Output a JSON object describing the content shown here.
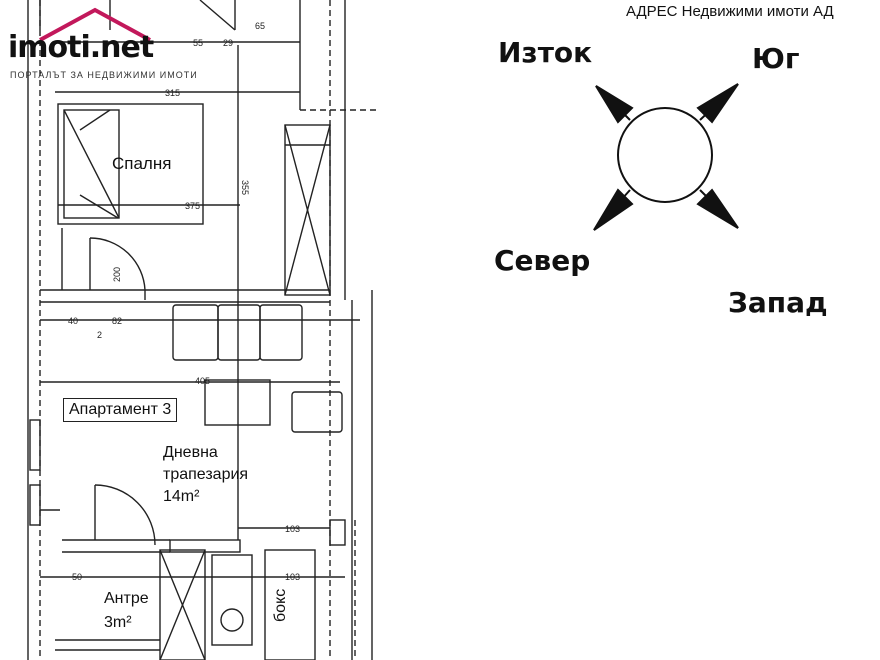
{
  "logo": {
    "text": "imoti.net",
    "tagline": "ПОРТАЛЪТ ЗА НЕДВИЖИМИ ИМОТИ"
  },
  "watermark": "АДРЕС Недвижими имоти АД",
  "compass": {
    "east": "Изток",
    "south": "Юг",
    "north": "Север",
    "west": "Запад"
  },
  "rooms": {
    "bedroom": "Спалня",
    "apartment": "Апартамент 3",
    "living_1": "Дневна",
    "living_2": "трапезария",
    "living_area": "14m²",
    "hall": "Антре",
    "hall_area": "3m²",
    "box": "бокс"
  },
  "dimensions": {
    "d65": "65",
    "d55": "55",
    "d29": "29",
    "d315": "315",
    "d375": "375",
    "d355": "355",
    "d40": "40",
    "d82": "82",
    "d405": "405",
    "d103": "103",
    "d50": "50",
    "d103b": "103",
    "d200": "200",
    "d2": "2"
  }
}
